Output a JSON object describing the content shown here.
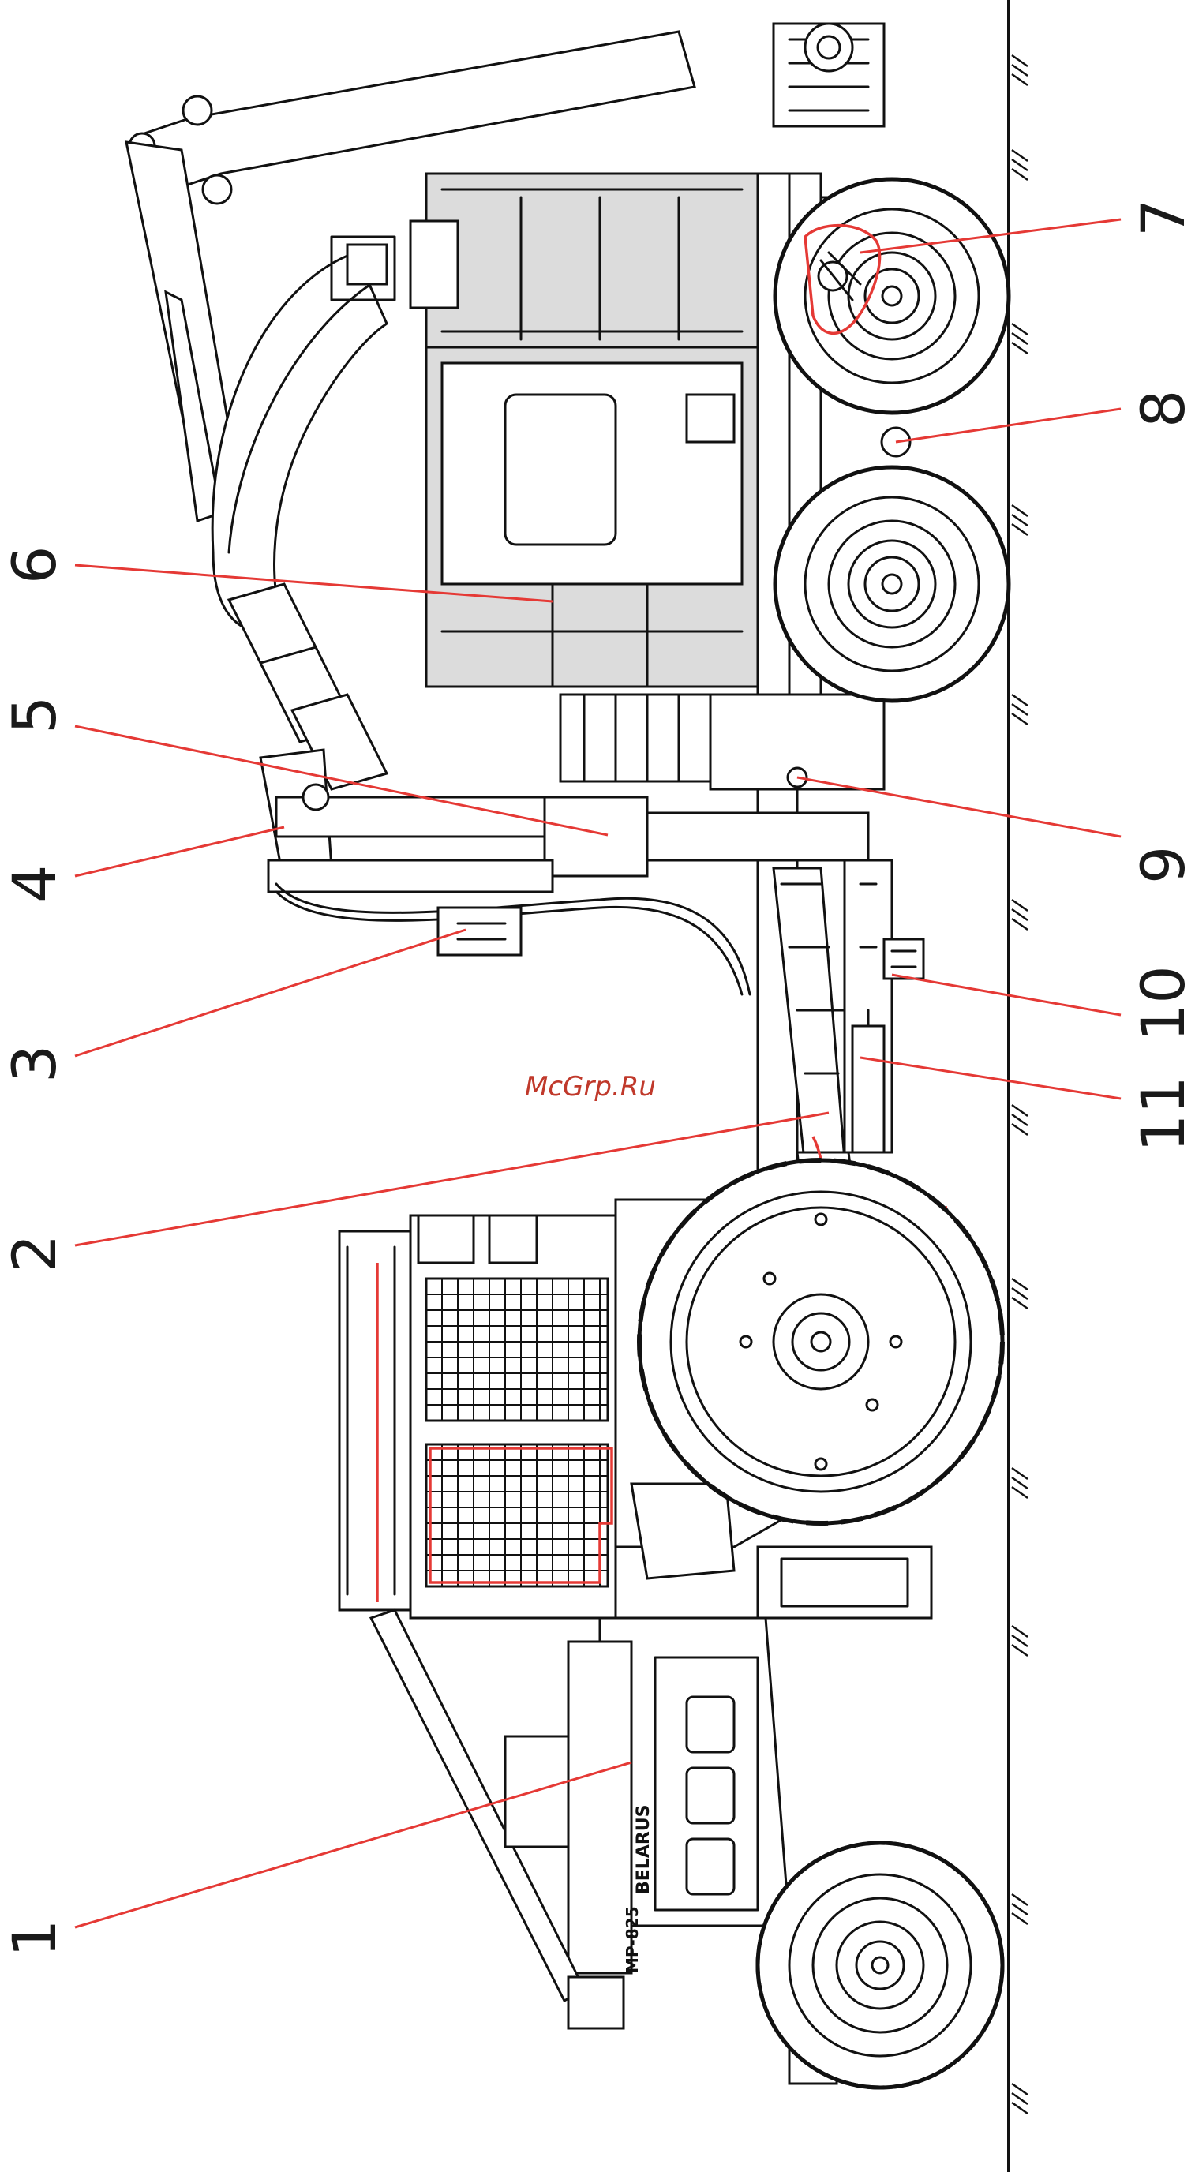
{
  "callouts": [
    {
      "id": "1",
      "label": "1"
    },
    {
      "id": "2",
      "label": "2"
    },
    {
      "id": "3",
      "label": "3"
    },
    {
      "id": "4",
      "label": "4"
    },
    {
      "id": "5",
      "label": "5"
    },
    {
      "id": "6",
      "label": "6"
    },
    {
      "id": "7",
      "label": "7"
    },
    {
      "id": "8",
      "label": "8"
    },
    {
      "id": "9",
      "label": "9"
    },
    {
      "id": "10",
      "label": "10"
    },
    {
      "id": "11",
      "label": "11"
    }
  ],
  "watermark": "McGrp.Ru",
  "brand_badge": "BELARUS",
  "model_badge": "МР-825",
  "colors": {
    "leader": "#e53935",
    "ink": "#111111",
    "fill_grey": "#dcdcdc",
    "background": "#ffffff"
  }
}
